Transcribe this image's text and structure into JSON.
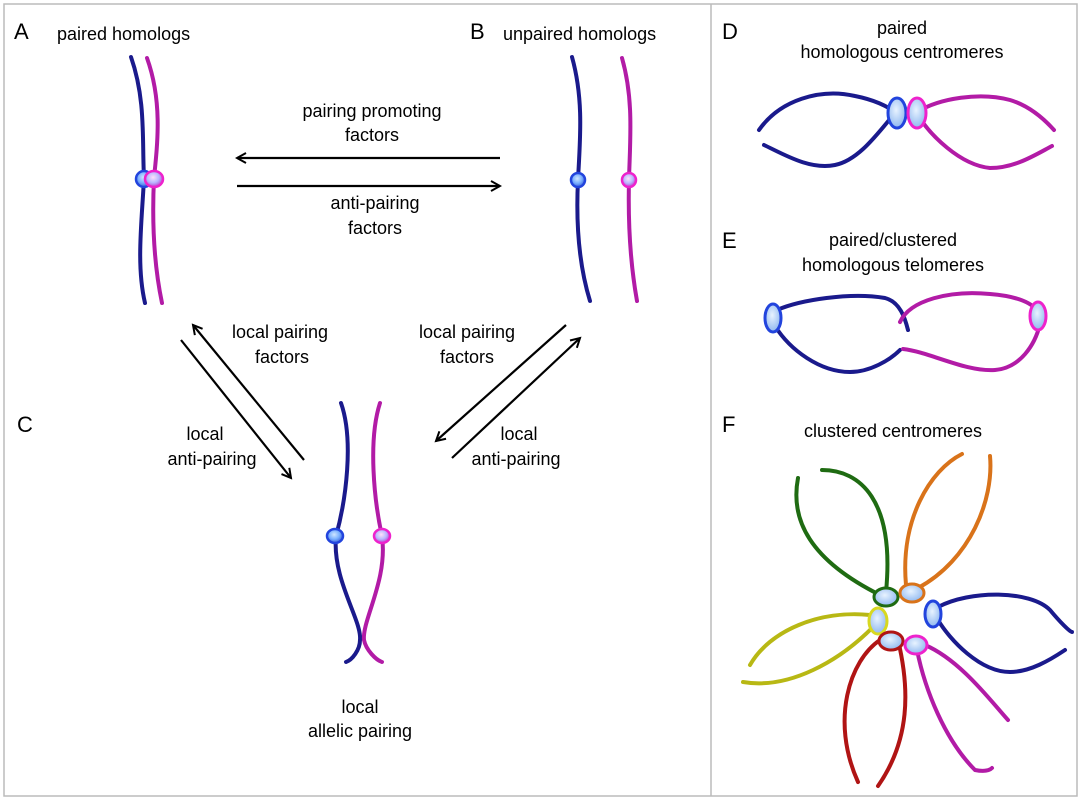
{
  "panels": {
    "A": {
      "letter": "A",
      "title": "paired homologs"
    },
    "B": {
      "letter": "B",
      "title": "unpaired homologs"
    },
    "C": {
      "letter": "C",
      "title_line1": "local",
      "title_line2": "allelic pairing"
    },
    "D": {
      "letter": "D",
      "title_line1": "paired",
      "title_line2": "homologous centromeres"
    },
    "E": {
      "letter": "E",
      "title_line1": "paired/clustered",
      "title_line2": "homologous telomeres"
    },
    "F": {
      "letter": "F",
      "title": "clustered centromeres"
    }
  },
  "arrows": {
    "top_left": {
      "line1": "pairing promoting",
      "line2": "factors"
    },
    "top_right": {
      "line1": "anti-pairing",
      "line2": "factors"
    },
    "left_up": {
      "line1": "local pairing",
      "line2": "factors"
    },
    "left_down": {
      "line1": "local",
      "line2": "anti-pairing"
    },
    "right_up": {
      "line1": "local pairing",
      "line2": "factors"
    },
    "right_down": {
      "line1": "local",
      "line2": "anti-pairing"
    }
  },
  "colors": {
    "blue": "#1a1a8c",
    "magenta": "#b21ba6",
    "green": "#1f6b12",
    "orange": "#d9731a",
    "yellow": "#b8b814",
    "red": "#b01414",
    "centromere_blue": "#2244dd",
    "centromere_magenta": "#ee22cc",
    "border": "#bbbbbb"
  }
}
